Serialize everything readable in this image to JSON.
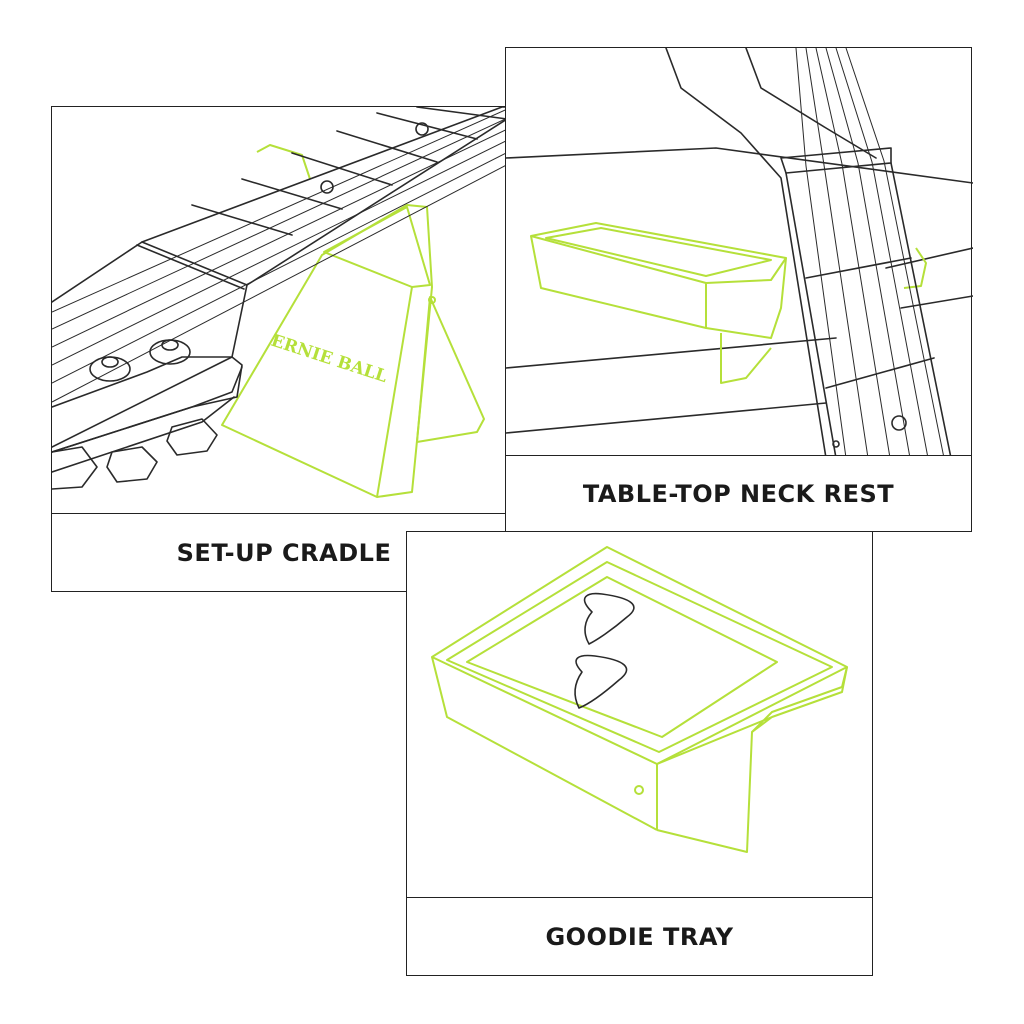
{
  "panels": {
    "cradle": {
      "caption": "SET-UP CRADLE",
      "logo_text": "ERNIE BALL"
    },
    "neck_rest": {
      "caption": "TABLE-TOP NECK REST"
    },
    "tray": {
      "caption": "GOODIE TRAY"
    }
  },
  "colors": {
    "accent": "#b5e03a",
    "line": "#2a2a2a",
    "border": "#222222",
    "background": "#ffffff"
  }
}
